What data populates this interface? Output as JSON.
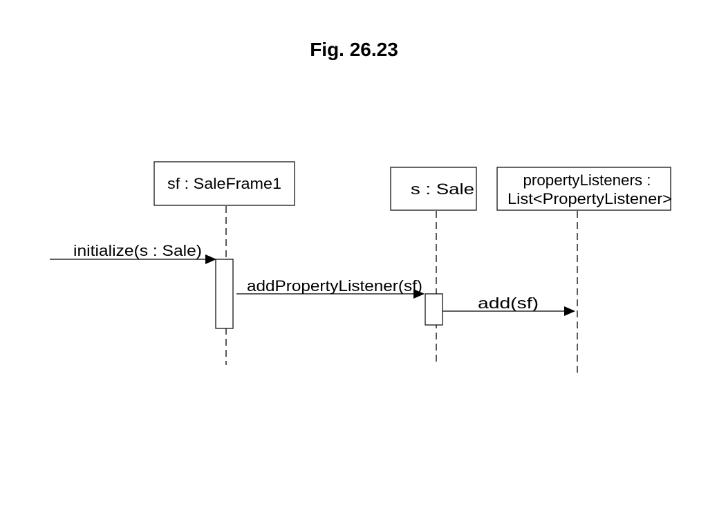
{
  "title": "Fig. 26.23",
  "participants": [
    {
      "name": "sf : SaleFrame1"
    },
    {
      "name": "s : Sale"
    },
    {
      "name": "propertyListeners :",
      "name2": "List<PropertyListener>"
    }
  ],
  "messages": [
    {
      "label": "initialize(s : Sale)"
    },
    {
      "label": "addPropertyListener(sf)"
    },
    {
      "label": "add(sf)"
    }
  ]
}
